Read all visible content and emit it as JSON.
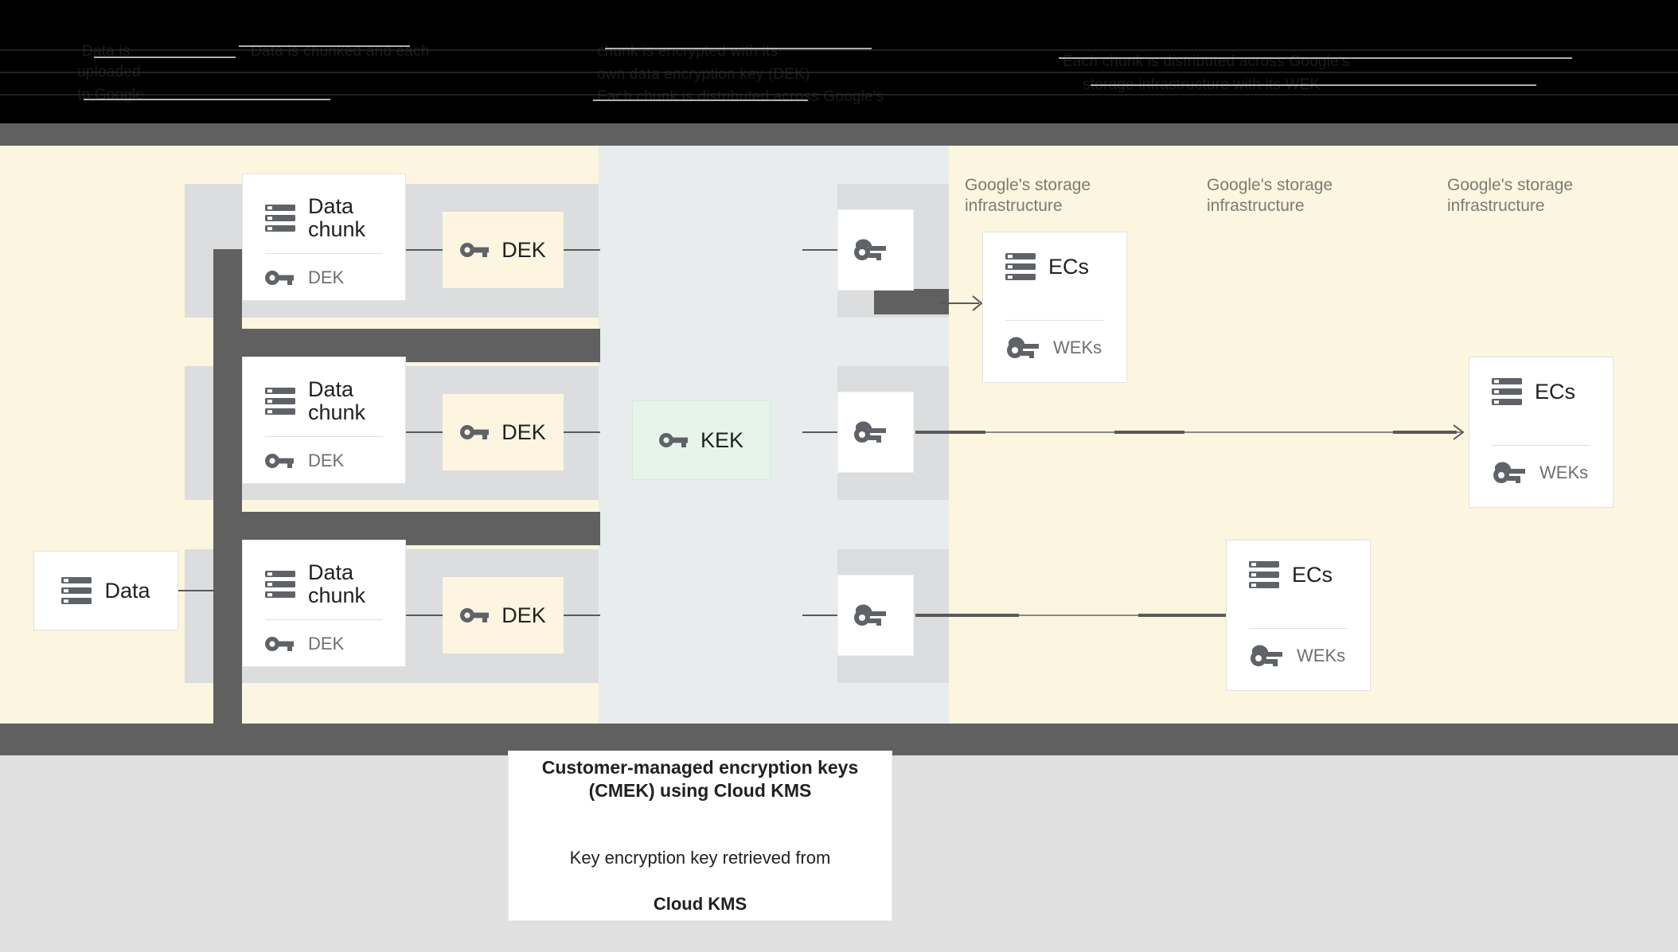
{
  "banner": {
    "note": "obscured dark header text",
    "lines": [
      "Data is",
      "uploaded",
      "to Google",
      "Data is chunked and each",
      "chunk is encrypted with its",
      "own data encryption key (DEK)",
      "Each chunk is distributed across Google's",
      "storage infrastructure with its WEK"
    ]
  },
  "diagram": {
    "source": {
      "label": "Data",
      "icon": "server-icon"
    },
    "chunks": [
      {
        "title": "Data\nchunk",
        "key_label": "DEK",
        "icon": "server-icon",
        "key_icon": "key-icon"
      },
      {
        "title": "Data\nchunk",
        "key_label": "DEK",
        "icon": "server-icon",
        "key_icon": "key-icon"
      },
      {
        "title": "Data\nchunk",
        "key_label": "DEK",
        "icon": "server-icon",
        "key_icon": "key-icon"
      }
    ],
    "deks": [
      {
        "label": "DEK",
        "icon": "key-icon"
      },
      {
        "label": "DEK",
        "icon": "key-icon"
      },
      {
        "label": "DEK",
        "icon": "key-icon"
      }
    ],
    "kek": {
      "label": "KEK",
      "icon": "key-icon"
    },
    "wrapped_keys": [
      {
        "label": "",
        "icon": "wrapped-key-icon"
      },
      {
        "label": "",
        "icon": "wrapped-key-icon"
      },
      {
        "label": "",
        "icon": "wrapped-key-icon"
      }
    ],
    "infra_labels": [
      "Google's storage\ninfrastructure",
      "Google's storage\ninfrastructure",
      "Google's storage\ninfrastructure"
    ],
    "storage_cards": [
      {
        "title": "ECs",
        "key_label": "WEKs",
        "icon": "server-icon",
        "key_icon": "wrapped-key-icon"
      },
      {
        "title": "ECs",
        "key_label": "WEKs",
        "icon": "server-icon",
        "key_icon": "wrapped-key-icon"
      },
      {
        "title": "ECs",
        "key_label": "WEKs",
        "icon": "server-icon",
        "key_icon": "wrapped-key-icon"
      }
    ]
  },
  "caption": {
    "title": "Customer-managed encryption keys\n(CMEK) using Cloud KMS",
    "body_line1": "Key encryption key retrieved from",
    "body_line2": "Cloud KMS"
  },
  "colors": {
    "canvas_cream": "#FCF5DF",
    "band_mid": "#E8ECED",
    "lane_gray": "#DCDDDE",
    "dark_bar": "#606060",
    "dek_fill": "#FDF5E0",
    "kek_fill": "#E6F4EA",
    "footer_gray": "#E0E0E0",
    "icon_gray": "#5F6368"
  }
}
